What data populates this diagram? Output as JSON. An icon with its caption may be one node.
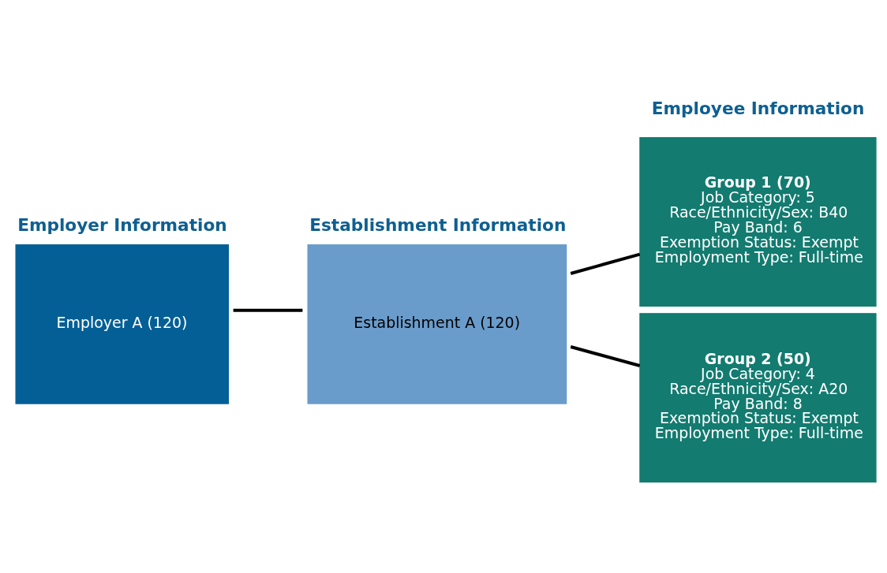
{
  "diagram": {
    "nodes": [
      {
        "text": [
          "Employer Information",
          "Employer A (120)"
        ]
      },
      {
        "text": [
          "Establishment Information",
          "Establishment A (120)"
        ]
      },
      {
        "text": [
          "Group 1 (70)",
          "Job Category: 5",
          "Race/Ethnicity/Sex: B40",
          "Pay Band: 6",
          "Exemption Status: Exempt",
          "Employment Type: Full-time"
        ]
      },
      {
        "text": [
          "Group 2 (50)",
          "Job Category: 4",
          "Race/Ethnicity/Sex: A20",
          "Pay Band: 8",
          "Exemption Status: Exempt",
          "Employment Type: Full-time"
        ]
      }
    ],
    "edges": [
      {
        "from": 0,
        "to": 1,
        "arrow": "none"
      },
      {
        "from": 1,
        "to": 2,
        "arrow": "none"
      },
      {
        "from": 1,
        "to": 3,
        "arrow": "none"
      }
    ],
    "labels": [
      "Employee Information"
    ]
  }
}
